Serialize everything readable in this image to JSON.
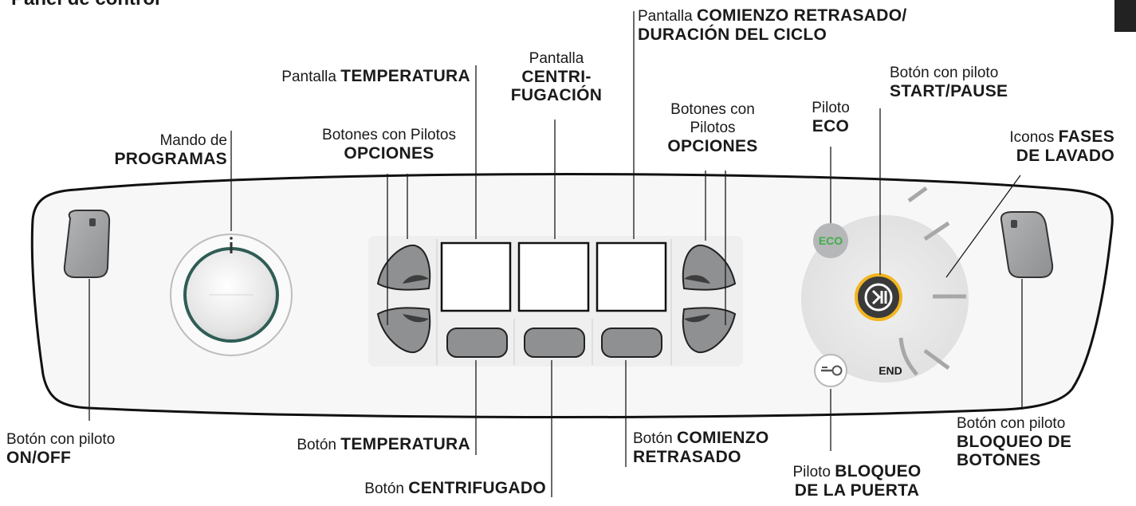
{
  "header_fragment": "Panel de control",
  "labels": {
    "programs_knob": {
      "normal": "Mando de",
      "bold": "PROGRAMAS"
    },
    "options_left": {
      "normal": "Botones con Pilotos",
      "bold": "OPCIONES"
    },
    "temp_display": {
      "normal": "Pantalla",
      "bold": "TEMPERATURA"
    },
    "spin_display": {
      "normal": "Pantalla",
      "bold1": "CENTRI-",
      "bold2": "FUGACIÓN"
    },
    "delay_display": {
      "normal": "Pantalla",
      "bold1": "COMIENZO RETRASADO/",
      "bold2": "DURACIÓN DEL CICLO"
    },
    "options_right": {
      "normal1": "Botones con",
      "normal2": "Pilotos",
      "bold": "OPCIONES"
    },
    "eco_light": {
      "normal": "Piloto",
      "bold": "ECO"
    },
    "start_pause": {
      "normal": "Botón con piloto",
      "bold": "START/PAUSE"
    },
    "wash_phases": {
      "normal": "Iconos",
      "bold1": "FASES",
      "bold2": "DE LAVADO"
    },
    "on_off": {
      "normal": "Botón con piloto",
      "bold": "ON/OFF"
    },
    "temp_button": {
      "normal": "Botón",
      "bold": "TEMPERATURA"
    },
    "spin_button": {
      "normal": "Botón",
      "bold": "CENTRIFUGADO"
    },
    "delay_button": {
      "normal": "Botón",
      "bold1": "COMIENZO",
      "bold2": "RETRASADO"
    },
    "door_lock": {
      "normal": "Piloto",
      "bold1": "BLOQUEO",
      "bold2": "DE LA PUERTA"
    },
    "button_lock": {
      "normal": "Botón con piloto",
      "bold1": "BLOQUEO DE",
      "bold2": "BOTONES"
    }
  },
  "panel": {
    "eco_text": "ECO",
    "end_text": "END",
    "icons": [
      "power-button",
      "program-knob",
      "option-buttons",
      "display-temperature",
      "display-spin",
      "display-delay",
      "eco-light",
      "start-pause-icon",
      "key-lock-icon",
      "wash-phase-icons"
    ]
  },
  "colors": {
    "start_ring": "#f2b51f",
    "start_fill": "#3a3a3a",
    "eco_green": "#3fae49",
    "panel_fill": "#f7f7f7",
    "button_grey": "#9c9d9f"
  }
}
